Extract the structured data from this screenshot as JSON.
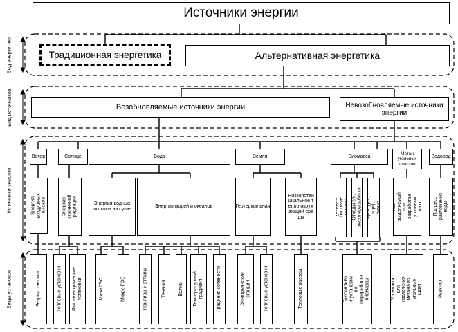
{
  "title": "Источники энергии",
  "levels": {
    "l1": "Вид энергетики",
    "l2": "Вид источников",
    "l3": "Источники энергии",
    "l4": "Виды установок"
  },
  "kinds": {
    "traditional": "Традиционная энергетика",
    "alternative": "Альтернативная энергетика"
  },
  "sources": {
    "renewable": "Возобновляемые источники энергии",
    "nonrenewable": "Невозобновляемые источники энергии"
  },
  "categories": {
    "wind": "Ветер",
    "sun": "Солнце",
    "water": "Вода",
    "earth": "Земля",
    "biomass": "Биомасса",
    "methane": "Метан угольных пластов",
    "hydrogen": "Водород"
  },
  "subsources": {
    "air_flows": "Энергия воздушных потоков",
    "solar_radiation": "Энергия солнечной радиации",
    "land_water": "Энергия водных потоков на суше",
    "sea_ocean": "Энергия морей и океанов",
    "geothermal": "Геотермальная",
    "low_potential": "Низкопотенциальное тепло окружающей среды",
    "solid_waste": "Твердые бытовые отходы",
    "agri_waste": "Отходы с/х, лесопереработки",
    "agri_crops": "С/х культуры, торф, бурые водоросли",
    "gas_mines": "Газ, выделяемый при разработке угольных шахт",
    "decomposition": "Процесс разложения воды"
  },
  "installations": {
    "wind_unit": "Ветроустановка",
    "thermal_units": "Тепловые установки",
    "photovoltaic": "Фотоэлектрические установки",
    "mini_hpp": "Мини ГЭС",
    "micro_hpp": "Микро ГЭС",
    "tides": "Приливы и отливы",
    "currents": "Течения",
    "waves": "Волны",
    "temp_gradient": "Температурный градиент",
    "salinity_gradient": "Градиент солености",
    "electric_stations": "Электрические станции",
    "thermal_units2": "Тепловые установки",
    "heat_pumps": "Тепловые насосы",
    "biofuel": "Биотопливо и установки по переработке биомассы",
    "methane_extraction": "Установка для извлечения метана из угольных шахт",
    "reactor": "Реактор"
  }
}
